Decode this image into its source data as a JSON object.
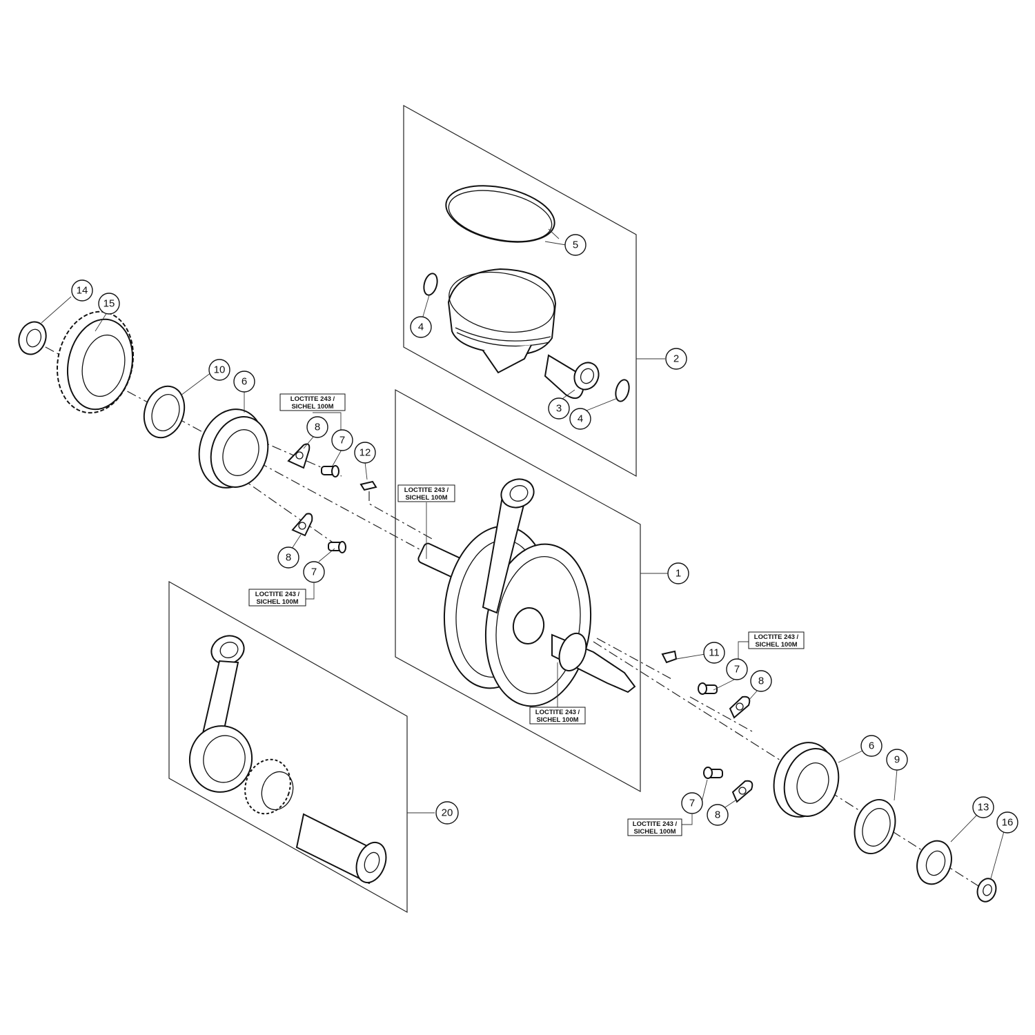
{
  "callouts": [
    {
      "id": "c1",
      "label": "1"
    },
    {
      "id": "c2",
      "label": "2"
    },
    {
      "id": "c3",
      "label": "3"
    },
    {
      "id": "c4a",
      "label": "4"
    },
    {
      "id": "c4b",
      "label": "4"
    },
    {
      "id": "c5",
      "label": "5"
    },
    {
      "id": "c6a",
      "label": "6"
    },
    {
      "id": "c6b",
      "label": "6"
    },
    {
      "id": "c7a",
      "label": "7"
    },
    {
      "id": "c7b",
      "label": "7"
    },
    {
      "id": "c7c",
      "label": "7"
    },
    {
      "id": "c7d",
      "label": "7"
    },
    {
      "id": "c8a",
      "label": "8"
    },
    {
      "id": "c8b",
      "label": "8"
    },
    {
      "id": "c8c",
      "label": "8"
    },
    {
      "id": "c8d",
      "label": "8"
    },
    {
      "id": "c9",
      "label": "9"
    },
    {
      "id": "c10",
      "label": "10"
    },
    {
      "id": "c11",
      "label": "11"
    },
    {
      "id": "c12",
      "label": "12"
    },
    {
      "id": "c13",
      "label": "13"
    },
    {
      "id": "c14",
      "label": "14"
    },
    {
      "id": "c15",
      "label": "15"
    },
    {
      "id": "c16",
      "label": "16"
    },
    {
      "id": "c20",
      "label": "20"
    }
  ],
  "notes": {
    "line1": "LOCTITE 243 /",
    "line2": "SICHEL 100M"
  }
}
